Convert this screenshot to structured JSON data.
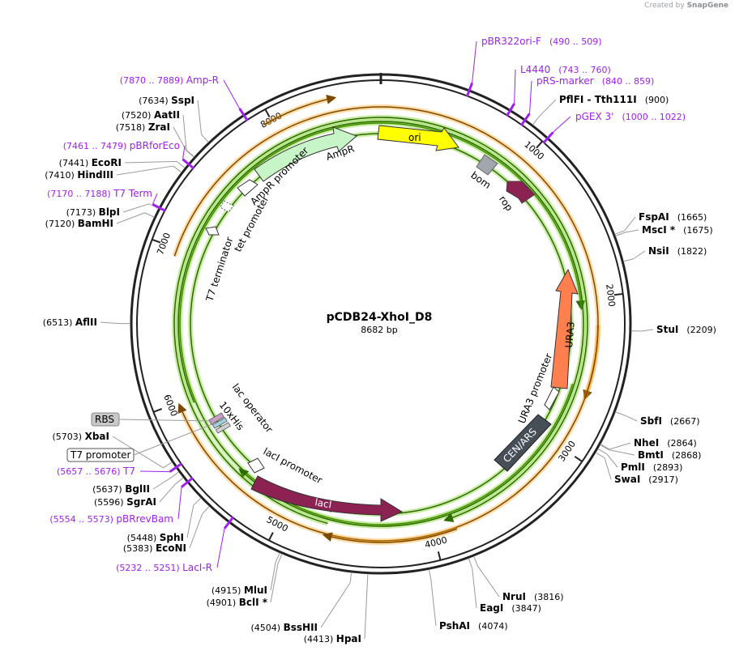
{
  "credit": {
    "prefix": "Created by",
    "brand": "SnapGene"
  },
  "plasmid": {
    "name": "pCDB24-XhoI_D8",
    "size_label": "8682 bp",
    "length": 8682
  },
  "ticks": [
    {
      "pos": 1000,
      "label": "1000"
    },
    {
      "pos": 2000,
      "label": "2000"
    },
    {
      "pos": 3000,
      "label": "3000"
    },
    {
      "pos": 4000,
      "label": "4000"
    },
    {
      "pos": 5000,
      "label": "5000"
    },
    {
      "pos": 6000,
      "label": "6000"
    },
    {
      "pos": 7000,
      "label": "7000"
    },
    {
      "pos": 8000,
      "label": "8000"
    }
  ],
  "sites_right": [
    {
      "name": "PflFI",
      "extra": "Tth111I",
      "pos_label": "(900)",
      "pos": 900
    },
    {
      "name": "FspAI",
      "pos_label": "(1665)",
      "pos": 1665
    },
    {
      "name": "MscI *",
      "pos_label": "(1675)",
      "pos": 1675
    },
    {
      "name": "NsiI",
      "pos_label": "(1822)",
      "pos": 1822
    },
    {
      "name": "StuI",
      "pos_label": "(2209)",
      "pos": 2209
    },
    {
      "name": "SbfI",
      "pos_label": "(2667)",
      "pos": 2667
    },
    {
      "name": "NheI",
      "pos_label": "(2864)",
      "pos": 2864
    },
    {
      "name": "BmtI",
      "pos_label": "(2868)",
      "pos": 2868
    },
    {
      "name": "PmlI",
      "pos_label": "(2893)",
      "pos": 2893
    },
    {
      "name": "SwaI",
      "pos_label": "(2917)",
      "pos": 2917
    },
    {
      "name": "NruI",
      "pos_label": "(3816)",
      "pos": 3816
    },
    {
      "name": "EagI",
      "pos_label": "(3847)",
      "pos": 3847
    },
    {
      "name": "PshAI",
      "pos_label": "(4074)",
      "pos": 4074
    }
  ],
  "sites_left": [
    {
      "name": "HpaI",
      "pos_label": "(4413)",
      "pos": 4413
    },
    {
      "name": "BssHII",
      "pos_label": "(4504)",
      "pos": 4504
    },
    {
      "name": "BclI *",
      "pos_label": "(4901)",
      "pos": 4901
    },
    {
      "name": "MluI",
      "pos_label": "(4915)",
      "pos": 4915
    },
    {
      "name": "EcoNI",
      "pos_label": "(5383)",
      "pos": 5383
    },
    {
      "name": "SphI",
      "pos_label": "(5448)",
      "pos": 5448
    },
    {
      "name": "SgrAI",
      "pos_label": "(5596)",
      "pos": 5596
    },
    {
      "name": "BglII",
      "pos_label": "(5637)",
      "pos": 5637
    },
    {
      "name": "XbaI",
      "pos_label": "(5703)",
      "pos": 5703
    },
    {
      "name": "AflII",
      "pos_label": "(6513)",
      "pos": 6513
    },
    {
      "name": "BamHI",
      "pos_label": "(7120)",
      "pos": 7120
    },
    {
      "name": "BlpI",
      "pos_label": "(7173)",
      "pos": 7173
    },
    {
      "name": "HindIII",
      "pos_label": "(7410)",
      "pos": 7410
    },
    {
      "name": "EcoRI",
      "pos_label": "(7441)",
      "pos": 7441
    },
    {
      "name": "ZraI",
      "pos_label": "(7518)",
      "pos": 7518
    },
    {
      "name": "AatII",
      "pos_label": "(7520)",
      "pos": 7520
    },
    {
      "name": "SspI",
      "pos_label": "(7634)",
      "pos": 7634
    }
  ],
  "primers": [
    {
      "name": "pBR322ori-F",
      "range": "(490 .. 509)",
      "pos": 500,
      "side": "right"
    },
    {
      "name": "L4440",
      "range": "(743 .. 760)",
      "pos": 752,
      "side": "right"
    },
    {
      "name": "pRS-marker",
      "range": "(840 .. 859)",
      "pos": 850,
      "side": "right"
    },
    {
      "name": "pGEX 3'",
      "range": "(1000 .. 1022)",
      "pos": 1011,
      "side": "right"
    },
    {
      "name": "Amp-R",
      "range": "(7870 .. 7889)",
      "pos": 7880,
      "side": "left"
    },
    {
      "name": "pBRforEco",
      "range": "(7461 .. 7479)",
      "pos": 7470,
      "side": "left"
    },
    {
      "name": "T7 Term",
      "range": "(7170 .. 7188)",
      "pos": 7179,
      "side": "left"
    },
    {
      "name": "T7",
      "range": "(5657 .. 5676)",
      "pos": 5666,
      "side": "left"
    },
    {
      "name": "pBRrevBam",
      "range": "(5554 .. 5573)",
      "pos": 5563,
      "side": "left"
    },
    {
      "name": "LacI-R",
      "range": "(5232 .. 5251)",
      "pos": 5242,
      "side": "left"
    }
  ],
  "boxed_features": [
    {
      "label": "RBS",
      "style": "filled"
    },
    {
      "label": "T7 promoter",
      "style": "outline"
    }
  ],
  "features": [
    {
      "label": "ori",
      "color": "#ffff00"
    },
    {
      "label": "bom",
      "color": "#a0a8ae"
    },
    {
      "label": "rop",
      "color": "#8b2252"
    },
    {
      "label": "AmpR",
      "color": "#c8f5c8"
    },
    {
      "label": "AmpR promoter",
      "color": "#ffffff"
    },
    {
      "label": "tet promoter",
      "color": "#ffffff"
    },
    {
      "label": "T7 terminator",
      "color": "#ffffff"
    },
    {
      "label": "URA3",
      "color": "#ff7f4f"
    },
    {
      "label": "URA3 promoter",
      "color": "#ffffff"
    },
    {
      "label": "CEN/ARS",
      "color": "#464f58"
    },
    {
      "label": "lacI",
      "color": "#8b2252"
    },
    {
      "label": "lacI promoter",
      "color": "#ffffff"
    },
    {
      "label": "lac operator",
      "color": "#ffffff"
    },
    {
      "label": "10xHis",
      "color": "#c8a0c8"
    }
  ],
  "colors": {
    "orf_orange": "#ff9900",
    "orf_green": "#66cc00",
    "primer": "#a020f0",
    "backbone": "#222222"
  }
}
